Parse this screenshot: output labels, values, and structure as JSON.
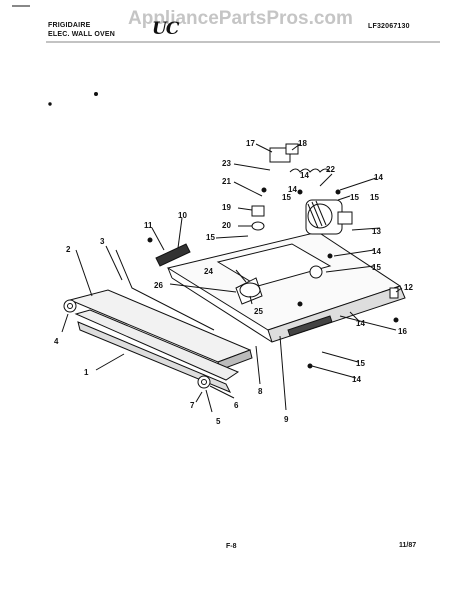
{
  "header": {
    "line1": "FRIGIDAIRE",
    "line2": "ELEC. WALL OVEN",
    "model": "LF32067130",
    "logo": "UC",
    "watermark": "AppliancePartsPros.com"
  },
  "footer": {
    "page": "F-8",
    "date": "11/87"
  },
  "callouts": [
    "1",
    "2",
    "3",
    "4",
    "5",
    "6",
    "7",
    "8",
    "9",
    "10",
    "11",
    "12",
    "13",
    "14",
    "14",
    "14",
    "14",
    "14",
    "14",
    "15",
    "15",
    "15",
    "15",
    "15",
    "15",
    "16",
    "17",
    "18",
    "19",
    "20",
    "21",
    "22",
    "23",
    "24",
    "25",
    "26"
  ],
  "colors": {
    "ink": "#111111",
    "paper": "#ffffff",
    "watermark": "#969696"
  }
}
